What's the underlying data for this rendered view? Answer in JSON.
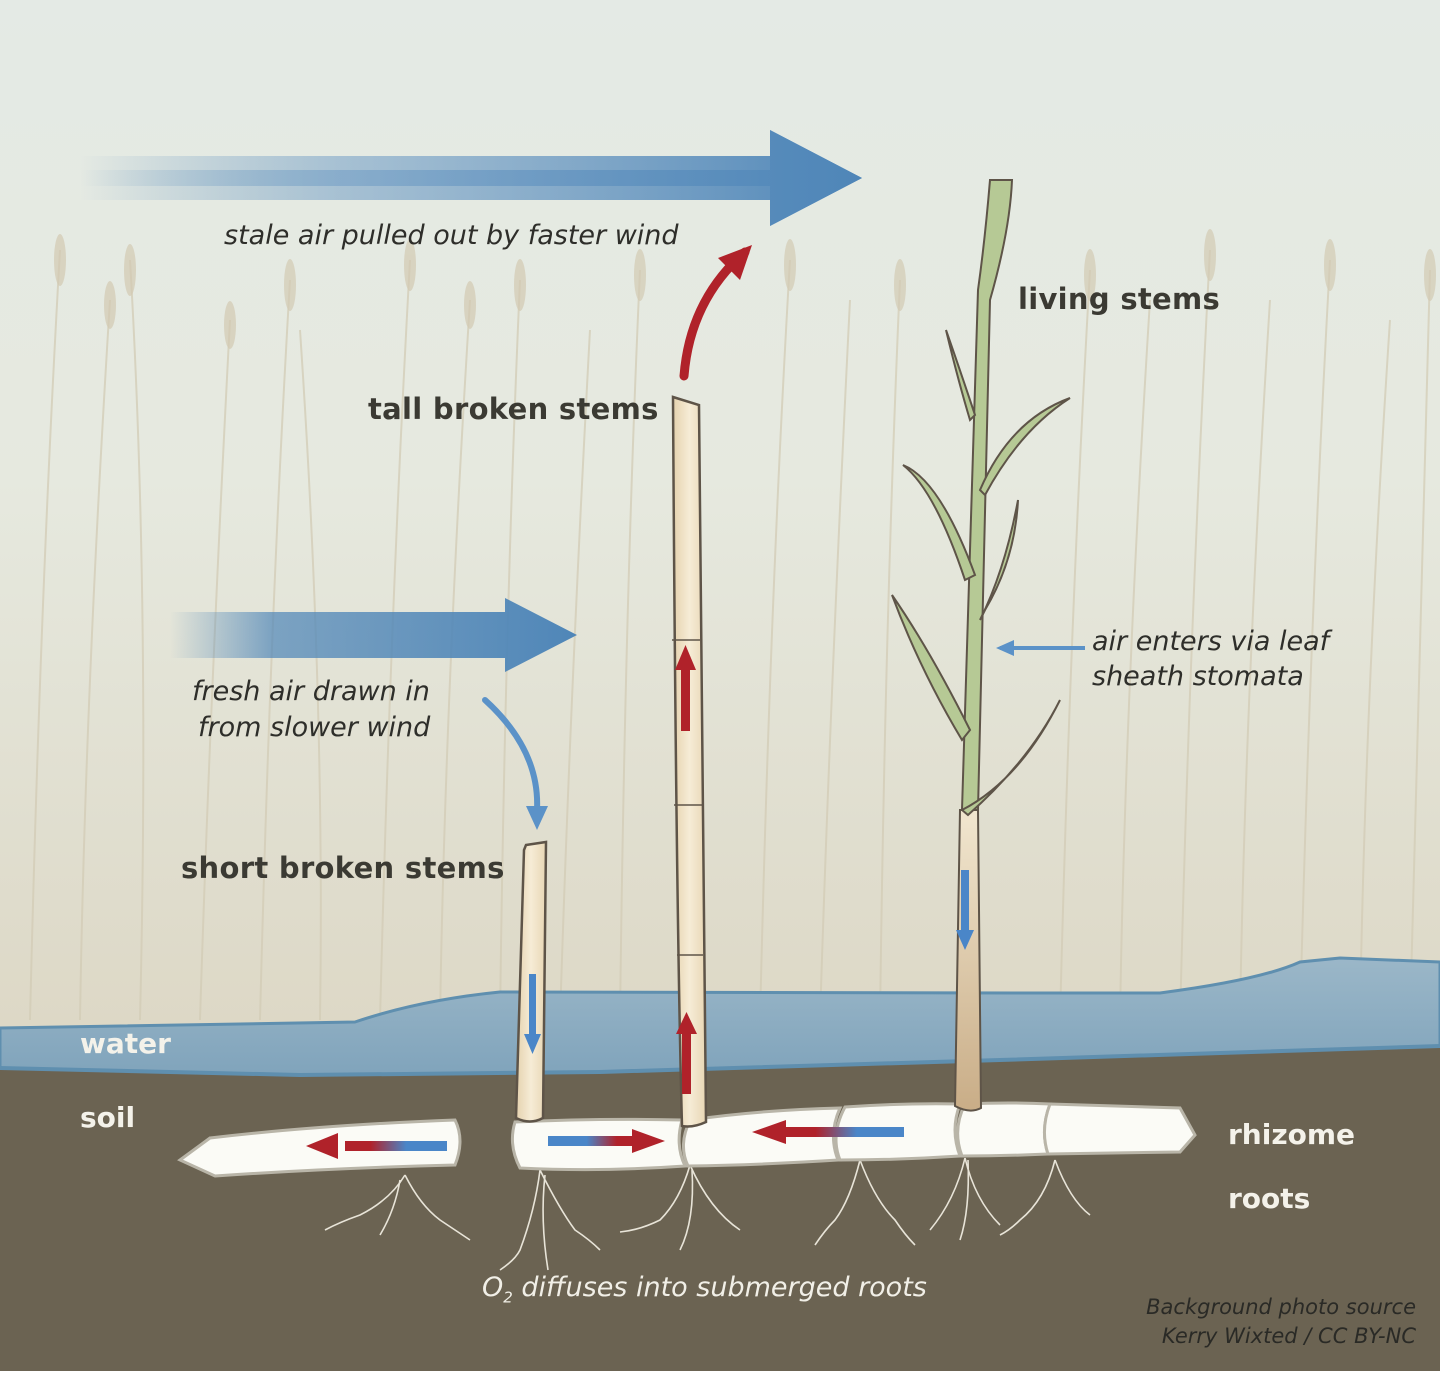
{
  "diagram": {
    "title_labels": {
      "wind_top": "stale air pulled out by faster wind",
      "living_stems": "living stems",
      "tall_broken_stems": "tall broken stems",
      "fresh_air_line1": "fresh air drawn in",
      "fresh_air_line2": "from slower wind",
      "leaf_sheath_line1": "air enters via leaf",
      "leaf_sheath_line2": "sheath stomata",
      "short_broken_stems": "short broken stems",
      "water": "water",
      "soil": "soil",
      "rhizome": "rhizome",
      "roots": "roots",
      "o2_prefix": "O",
      "o2_subscript": "2",
      "o2_rest": " diffuses into submerged roots"
    },
    "credit": {
      "line1": "Background photo source",
      "line2": "Kerry Wixted / CC BY-NC"
    },
    "colors": {
      "sky_top": "#e6ebe4",
      "reeds": "#d9d3bf",
      "water": "#8fb0c4",
      "water_edge": "#5f8faf",
      "soil": "#6b6352",
      "rhizome": "#fbfbf6",
      "rhizome_outline": "#b9b5a8",
      "wind_arrow": "#4f86b8",
      "air_blue": "#4a86c8",
      "air_red": "#b0222a",
      "dead_stem": "#eedfc0",
      "living_stem": "#b6c995",
      "stem_outline": "#5e5448"
    }
  }
}
